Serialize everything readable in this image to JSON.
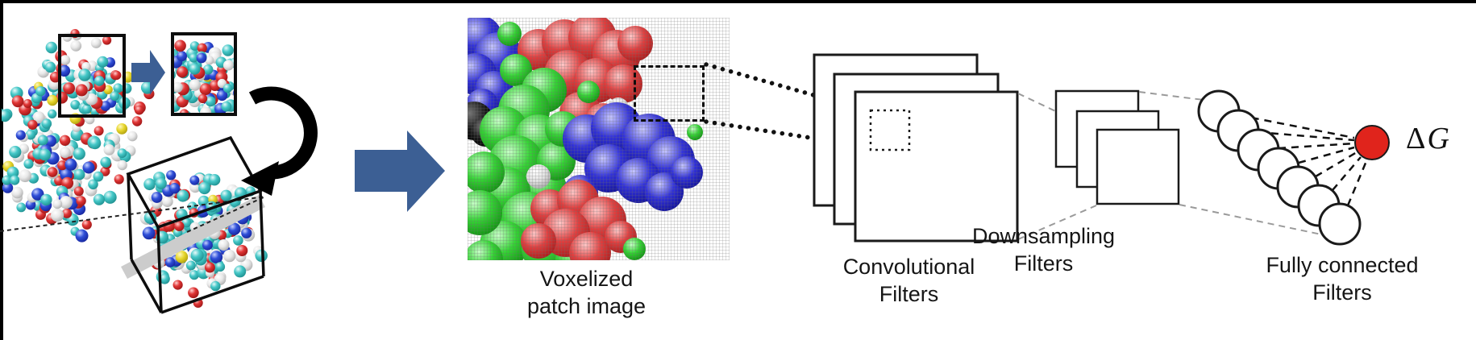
{
  "diagram": {
    "captions": {
      "voxelized": {
        "line1": "Voxelized",
        "line2": "patch image"
      },
      "convolutional": {
        "line1": "Convolutional",
        "line2": "Filters"
      },
      "downsampling": {
        "line1": "Downsampling",
        "line2": "Filters"
      },
      "fully_connected": {
        "line1": "Fully connected",
        "line2": "Filters"
      }
    },
    "output": {
      "delta": "Δ",
      "symbol": "G"
    },
    "colors": {
      "arrow_blue": "#3c5f94",
      "output_node_red": "#e0241c",
      "outline_black": "#1a1a1a",
      "connector_gray": "#9a9a9a",
      "slab_gray": "#cccccc",
      "molecule_palette": {
        "carbon_teal": "#45c8c8",
        "oxygen_red": "#e03535",
        "hydrogen_white": "#ececec",
        "nitrogen_blue": "#2f4fd8",
        "sulfur_yellow": "#e6d52a"
      },
      "voxel_palette": {
        "green": "#35d435",
        "red": "#e04040",
        "blue": "#3232d8",
        "black": "#1a1a1a",
        "white": "#e8e8e8"
      }
    }
  }
}
